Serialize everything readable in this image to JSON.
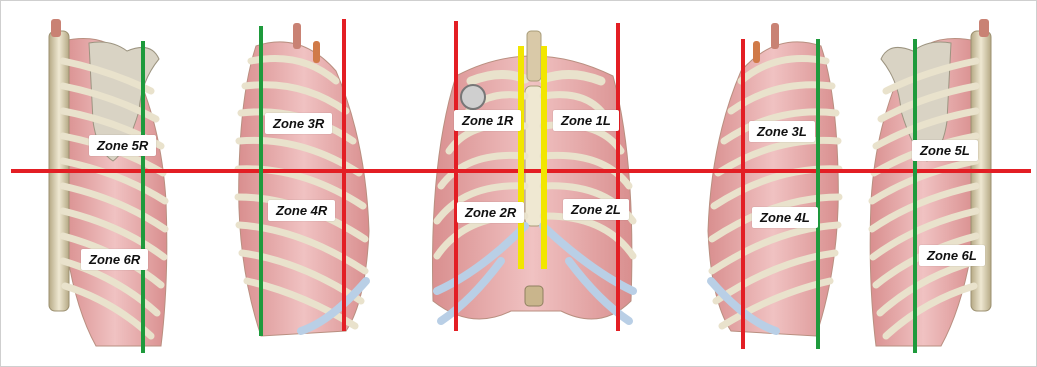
{
  "figure": {
    "views": [
      "right-lateral",
      "right-oblique",
      "anterior",
      "left-oblique",
      "left-lateral"
    ],
    "colors": {
      "horizontal_line": "#e31e24",
      "red_vertical": "#e31e24",
      "green_vertical": "#1e9a3c",
      "yellow_vertical": "#f2e600",
      "rib": "#e9e2cc",
      "rib_shade": "#b9ae8c",
      "muscle": "#e4a3a3",
      "muscle_dark": "#c87a7a",
      "cartilage": "#b9cfe6",
      "scapula": "#d9d3c4"
    }
  },
  "zones": {
    "zone_5r": "Zone 5R",
    "zone_6r": "Zone 6R",
    "zone_3r": "Zone 3R",
    "zone_4r": "Zone 4R",
    "zone_1r": "Zone 1R",
    "zone_1l": "Zone 1L",
    "zone_2r": "Zone 2R",
    "zone_2l": "Zone 2L",
    "zone_3l": "Zone 3L",
    "zone_4l": "Zone 4L",
    "zone_5l": "Zone 5L",
    "zone_6l": "Zone 6L"
  }
}
